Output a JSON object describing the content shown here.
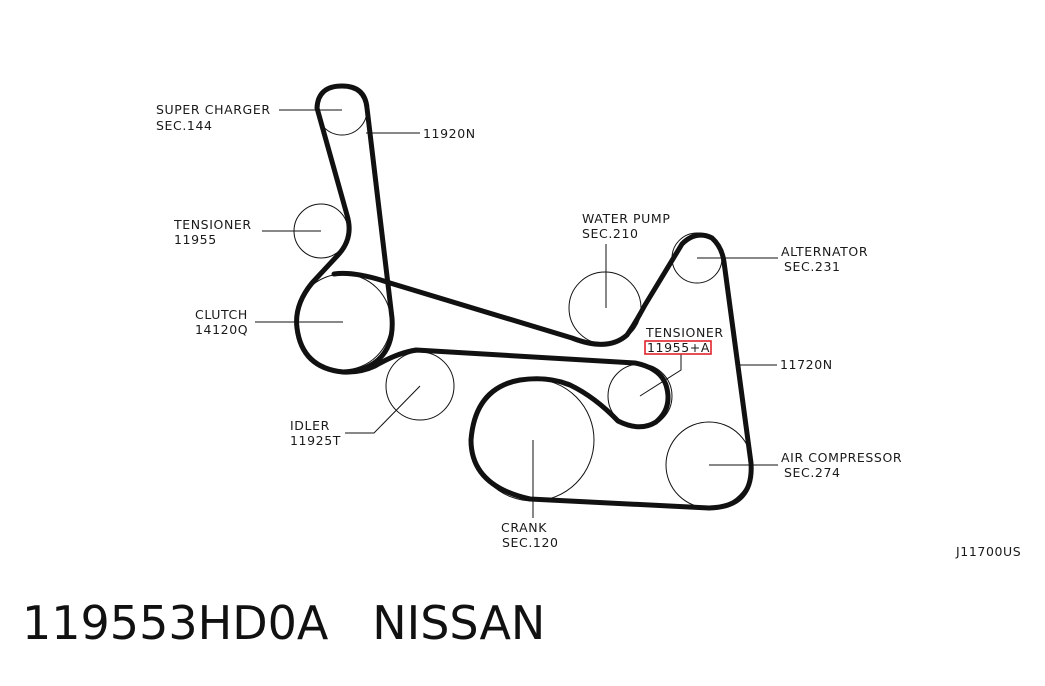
{
  "diagram": {
    "labels": {
      "supercharger_name": "SUPER CHARGER",
      "supercharger_sec": "SEC.144",
      "belt_upper": "11920N",
      "tensioner_name": "TENSIONER",
      "tensioner_part": "11955",
      "water_pump_name": "WATER PUMP",
      "water_pump_sec": "SEC.210",
      "alternator_name": "ALTERNATOR",
      "alternator_sec": "SEC.231",
      "clutch_name": "CLUTCH",
      "clutch_part": "14120Q",
      "tensioner2_name": "TENSIONER",
      "tensioner2_part": "11955+A",
      "belt_lower": "11720N",
      "idler_name": "IDLER",
      "idler_part": "11925T",
      "aircomp_name": "AIR COMPRESSOR",
      "aircomp_sec": "SEC.274",
      "crank_name": "CRANK",
      "crank_sec": "SEC.120",
      "diagram_code": "J11700US"
    },
    "highlight_color": "#e0232b"
  },
  "footer": {
    "part_number": "119553HD0A",
    "brand": "NISSAN",
    "separator": "   "
  }
}
